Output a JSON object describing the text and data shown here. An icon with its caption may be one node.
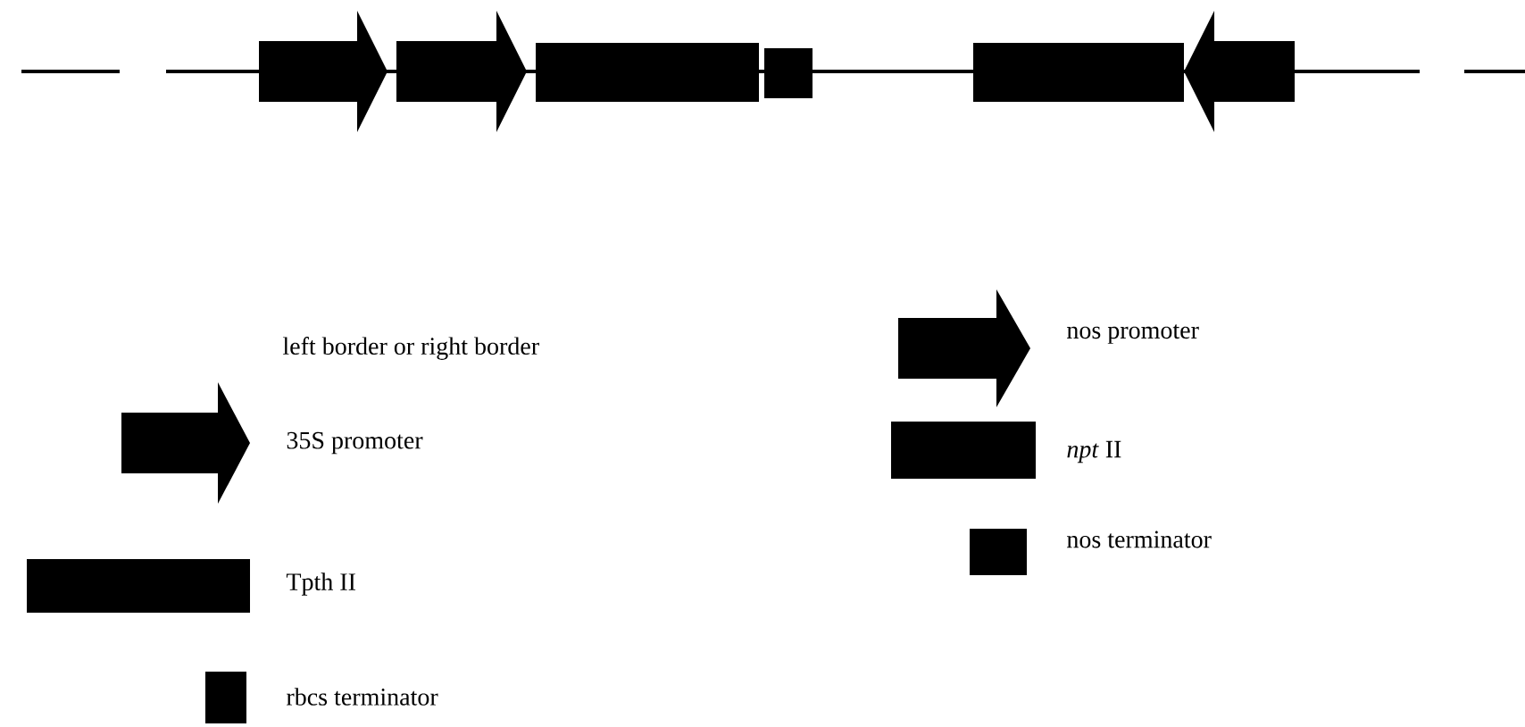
{
  "diagram": {
    "legend": [
      {
        "text": "left border or right border"
      },
      {
        "text": "35S promoter"
      },
      {
        "text": "Tpth II"
      },
      {
        "text": "rbcs terminator"
      },
      {
        "text": "nos promoter"
      },
      {
        "text": "*npt* II"
      },
      {
        "text": "nos terminator"
      }
    ]
  }
}
